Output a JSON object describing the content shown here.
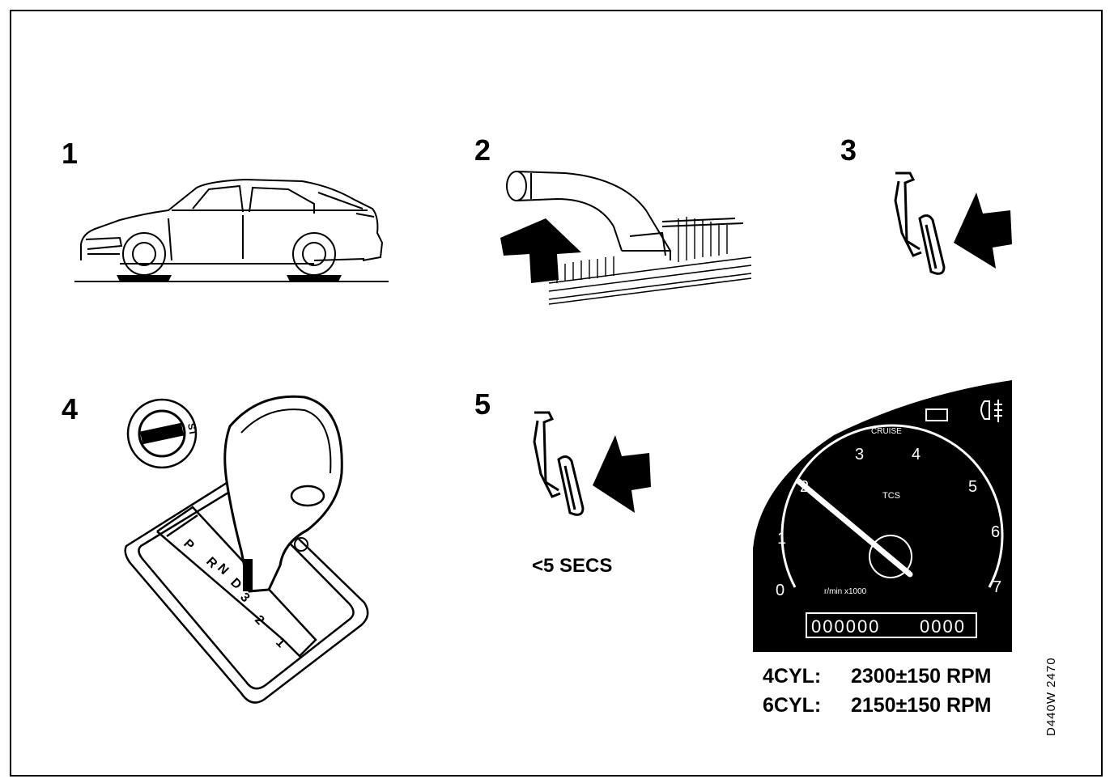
{
  "steps": {
    "s1": {
      "number": "1"
    },
    "s2": {
      "number": "2"
    },
    "s3": {
      "number": "3"
    },
    "s4": {
      "number": "4"
    },
    "s5": {
      "number": "5",
      "caption": "<5 SECS"
    }
  },
  "ignition": {
    "position_label": "ST"
  },
  "gear_selector": {
    "positions": [
      "P",
      "R",
      "N",
      "D",
      "3",
      "2",
      "1"
    ]
  },
  "instrument_cluster": {
    "rpm_scale": [
      "0",
      "1",
      "2",
      "3",
      "4",
      "5",
      "6",
      "7"
    ],
    "rpm_unit_label": "r/min x1000",
    "tcs_label": "TCS",
    "cruise_label": "CRUISE",
    "odometer": "000000",
    "trip": "0000",
    "needle_rpm": 2
  },
  "specs": [
    {
      "engine": "4CYL:",
      "value": "2300±150 RPM"
    },
    {
      "engine": "6CYL:",
      "value": "2150±150 RPM"
    }
  ],
  "figure_code": "D440W 2470"
}
